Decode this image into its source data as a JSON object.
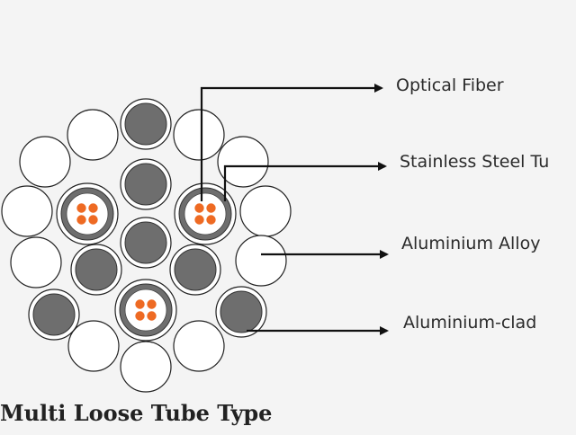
{
  "labels": {
    "optical_fiber": "Optical Fiber",
    "stainless_steel_tube": "Stainless Steel Tu",
    "aluminium_alloy": "Aluminium Alloy",
    "aluminium_clad": "Aluminium-clad"
  },
  "caption": "Multi Loose Tube Type",
  "colors": {
    "background": "#f4f4f4",
    "wire_fill": "#ffffff",
    "clad_wire_fill": "#6e6e6e",
    "steel_tube_ring": "#6e6e6e",
    "fiber": "#ee6a23",
    "leader_line": "#111111"
  }
}
